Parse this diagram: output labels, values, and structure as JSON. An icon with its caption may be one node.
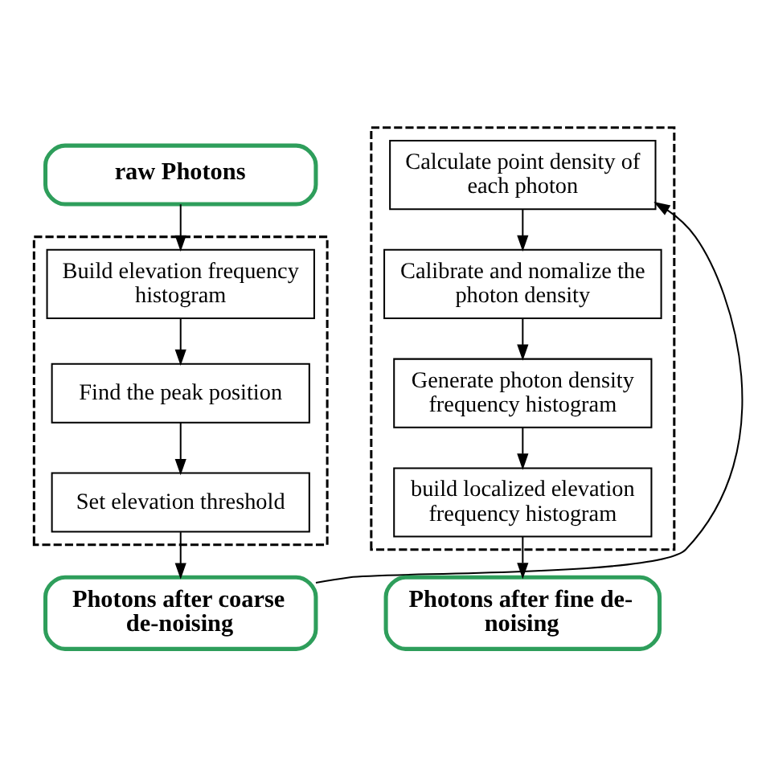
{
  "diagram": {
    "nodes": [
      {
        "text": [
          "raw Photons"
        ]
      },
      {
        "text": [],
        "shape": "box"
      },
      {
        "text": [
          "Build elevation frequency histogram"
        ],
        "in": 1
      },
      {
        "text": [
          "Find the peak position"
        ],
        "in": 1
      },
      {
        "text": [
          "Set elevation threshold"
        ],
        "in": 1
      },
      {
        "text": [
          "Photons after coarse de-noising"
        ]
      },
      {
        "text": [],
        "shape": "box"
      },
      {
        "text": [
          "Calculate point density of each photon"
        ],
        "in": 6
      },
      {
        "text": [
          "Calibrate and nomalize the photon density"
        ],
        "in": 6
      },
      {
        "text": [
          "Generate photon density frequency histogram"
        ],
        "in": 6
      },
      {
        "text": [
          "build localized elevation frequency histogram"
        ],
        "in": 6
      },
      {
        "text": [
          "Photons after fine de-noising"
        ]
      }
    ],
    "edges": [
      {
        "from": 0,
        "to": 2,
        "arrow": "to"
      },
      {
        "from": 2,
        "to": 3,
        "arrow": "to"
      },
      {
        "from": 3,
        "to": 4,
        "arrow": "to"
      },
      {
        "from": 4,
        "to": 5,
        "arrow": "to"
      },
      {
        "from": 5,
        "to": 7,
        "arrow": "to"
      },
      {
        "from": 7,
        "to": 8,
        "arrow": "to"
      },
      {
        "from": 8,
        "to": 9,
        "arrow": "to"
      },
      {
        "from": 9,
        "to": 10,
        "arrow": "to"
      },
      {
        "from": 10,
        "to": 11,
        "arrow": "to"
      }
    ]
  }
}
